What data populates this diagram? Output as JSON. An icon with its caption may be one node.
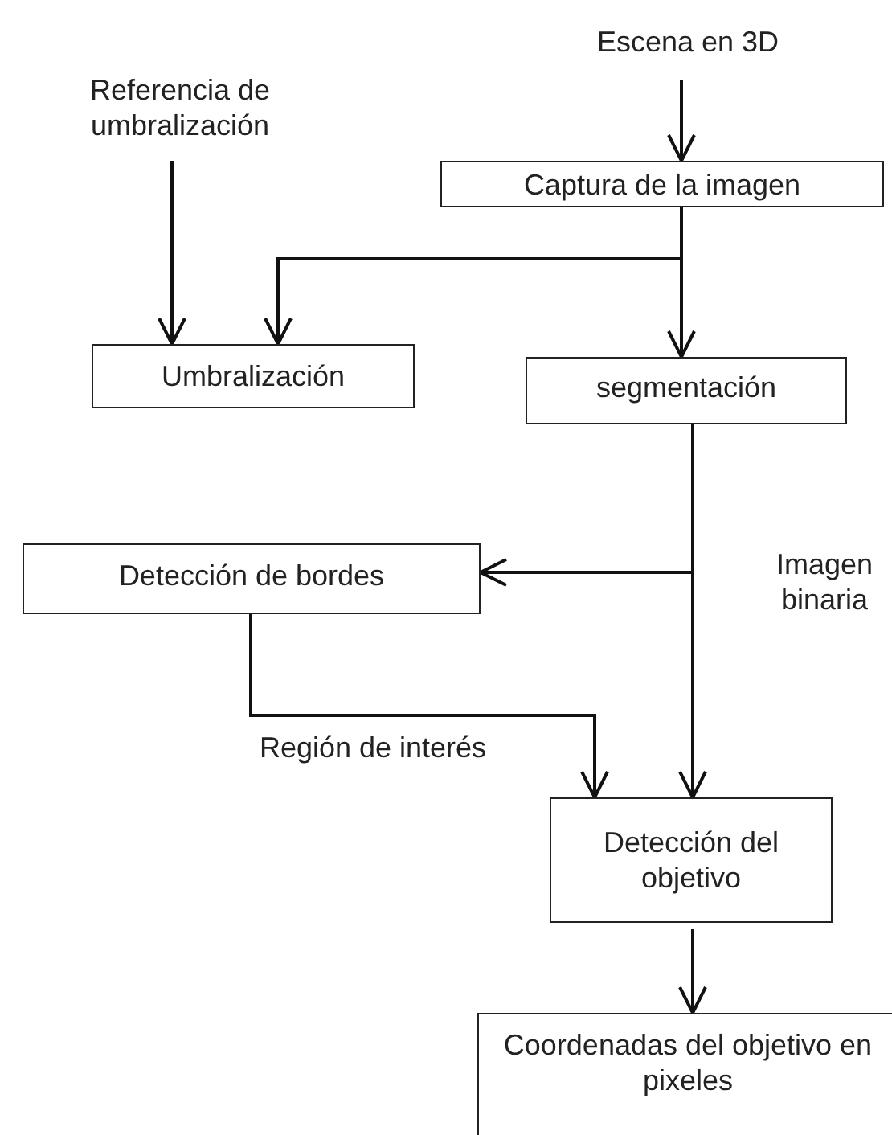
{
  "diagram": {
    "nodes": [
      {
        "text": [
          "Escena en 3D"
        ]
      },
      {
        "text": [
          "Referencia de umbralización"
        ]
      },
      {
        "text": [
          "Captura de la imagen"
        ]
      },
      {
        "text": [
          "Umbralización"
        ]
      },
      {
        "text": [
          "segmentación"
        ]
      },
      {
        "text": [
          "Detección de bordes"
        ]
      },
      {
        "text": [
          "Detección del objetivo"
        ]
      },
      {
        "text": [
          "Coordenadas del objetivo en pixeles"
        ]
      }
    ],
    "edges": [
      {
        "from": 0,
        "to": 2,
        "arrow": "to"
      },
      {
        "from": 1,
        "to": 3,
        "arrow": "to"
      },
      {
        "from": 2,
        "to": 3,
        "arrow": "to"
      },
      {
        "from": 2,
        "to": 4,
        "arrow": "to"
      },
      {
        "from": 4,
        "to": 5,
        "arrow": "to"
      },
      {
        "from": 4,
        "to": 6,
        "arrow": "to",
        "label": "Imagen binaria"
      },
      {
        "from": 5,
        "to": 6,
        "arrow": "to",
        "label": "Región de interés"
      },
      {
        "from": 6,
        "to": 7,
        "arrow": "to"
      }
    ]
  }
}
